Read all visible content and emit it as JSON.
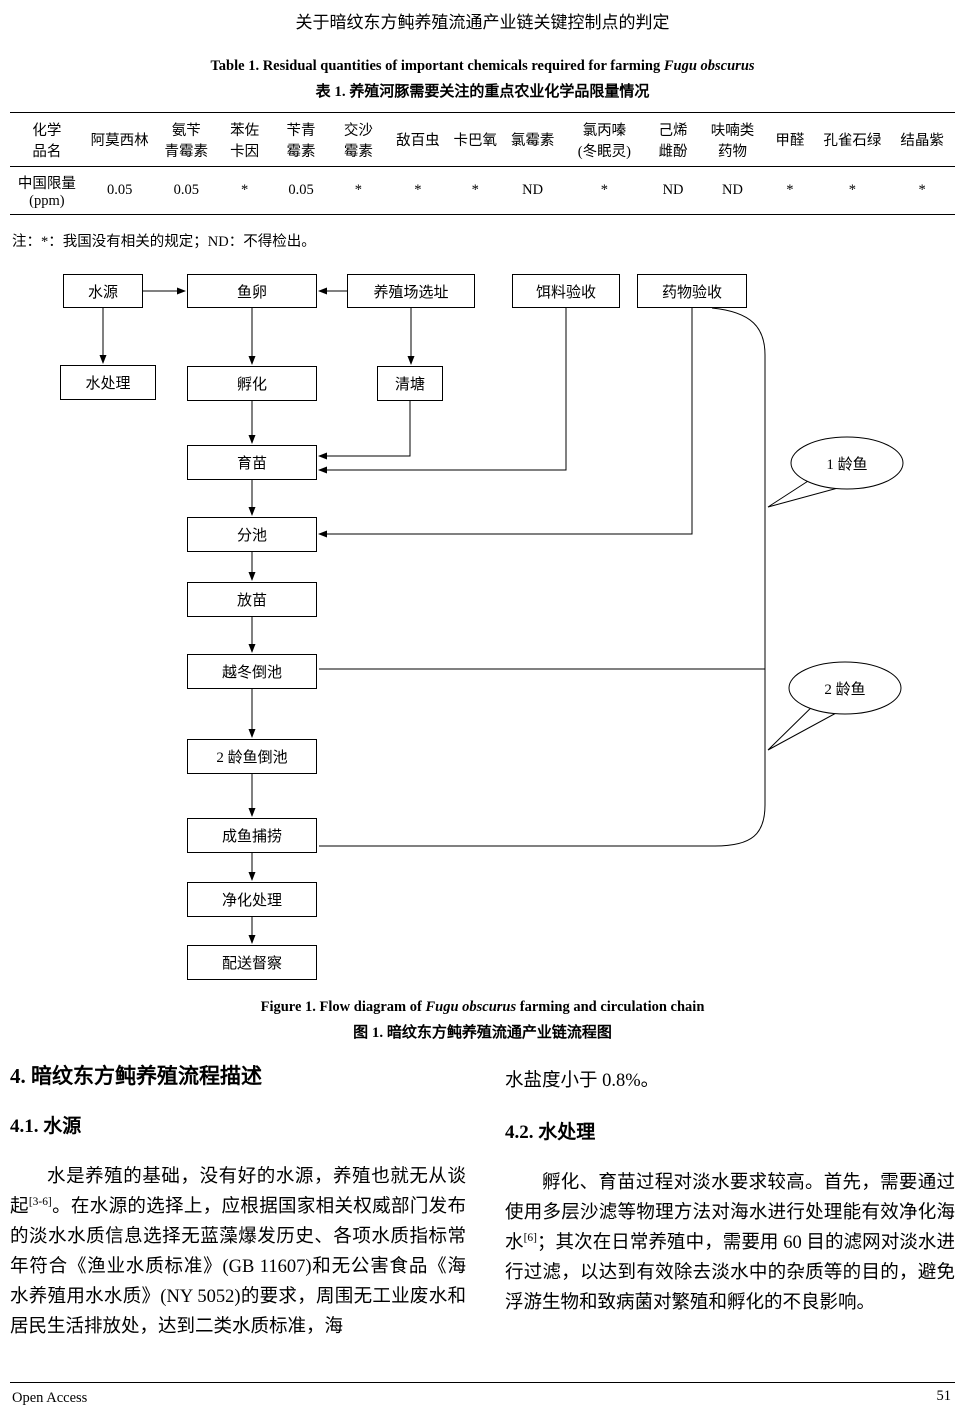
{
  "page": {
    "running_title": "关于暗纹东方鲀养殖流通产业链关键控制点的判定",
    "footer": {
      "left": "Open Access",
      "page_number": "51"
    }
  },
  "table1": {
    "title_en": {
      "prefix": "Table 1. Residual quantities of important chemicals required for farming ",
      "italic": "Fugu obscurus"
    },
    "title_zh": "表 1.  养殖河豚需要关注的重点农业化学品限量情况",
    "corner_header": "化学\n品名",
    "columns": [
      "阿莫西林",
      "氨苄\n青霉素",
      "苯佐\n卡因",
      "苄青\n霉素",
      "交沙\n霉素",
      "敌百虫",
      "卡巴氧",
      "氯霉素",
      "氯丙嗪\n(冬眠灵)",
      "己烯\n雌酚",
      "呋喃类\n药物",
      "甲醛",
      "孔雀石绿",
      "结晶紫"
    ],
    "row_label": "中国限量\n(ppm)",
    "values": [
      "0.05",
      "0.05",
      "*",
      "0.05",
      "*",
      "*",
      "*",
      "ND",
      "*",
      "ND",
      "ND",
      "*",
      "*",
      "*"
    ],
    "note": "注：*：我国没有相关的规定；ND：不得检出。"
  },
  "figure1": {
    "nodes": {
      "water_source": "水源",
      "fish_eggs": "鱼卵",
      "site_selection": "养殖场选址",
      "feed_check": "饵料验收",
      "drug_check": "药物验收",
      "water_treatment": "水处理",
      "hatching": "孵化",
      "pond_clearing": "清塘",
      "fry_rearing": "育苗",
      "pond_division": "分池",
      "stocking": "放苗",
      "winter_pond": "越冬倒池",
      "year2_pond": "2 龄鱼倒池",
      "harvest": "成鱼捕捞",
      "purification": "净化处理",
      "distribution": "配送督察",
      "callout_year1": "1 龄鱼",
      "callout_year2": "2 龄鱼"
    },
    "caption_en": {
      "prefix": "Figure 1. Flow diagram of ",
      "italic": "Fugu obscurus",
      "suffix": " farming and circulation chain"
    },
    "caption_zh": "图 1.  暗纹东方鲀养殖流通产业链流程图"
  },
  "body": {
    "section4_heading": "4. 暗纹东方鲀养殖流程描述",
    "section41_heading": "4.1. 水源",
    "p41": {
      "before_sup": "水是养殖的基础，没有好的水源，养殖也就无从谈起",
      "sup": "[3-6]",
      "after_sup": "。在水源的选择上，应根据国家相关权威部门发布的淡水水质信息选择无蓝藻爆发历史、各项水质指标常年符合《渔业水质标准》(GB 11607)和无公害食品《海水养殖用水水质》(NY 5052)的要求，周围无工业废水和居民生活排放处，达到二类水质标准，海"
    },
    "right_continuation": "水盐度小于 0.8%。",
    "section42_heading": "4.2. 水处理",
    "p42": {
      "before_sup": "孵化、育苗过程对淡水要求较高。首先，需要通过使用多层沙滤等物理方法对海水进行处理能有效净化海水",
      "sup": "[6]",
      "after_sup": "；其次在日常养殖中，需要用 60 目的滤网对淡水进行过滤，以达到有效除去淡水中的杂质等的目的，避免浮游生物和致病菌对繁殖和孵化的不良影响。"
    }
  }
}
